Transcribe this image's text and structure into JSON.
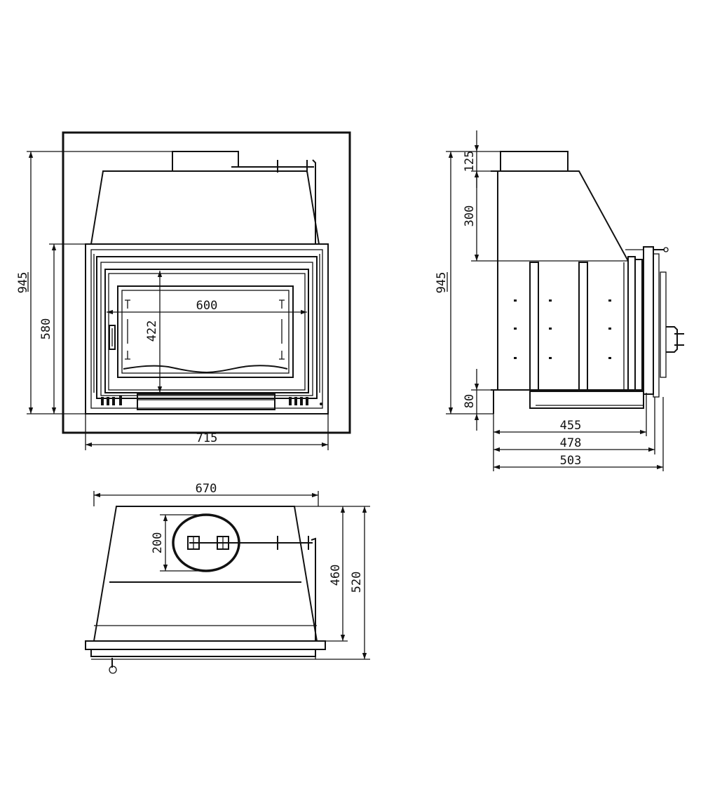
{
  "front_view": {
    "height_overall": "945",
    "height_body": "580",
    "width_overall": "715",
    "glass_width": "600",
    "glass_height": "422"
  },
  "side_view": {
    "flue_height": "125",
    "hood_height": "300",
    "height_overall": "945",
    "base_height": "80",
    "depth_body": "455",
    "depth_with_door": "478",
    "depth_overall": "503"
  },
  "top_view": {
    "width": "670",
    "flue_diameter": "200",
    "depth_body": "460",
    "depth_overall": "520"
  },
  "colors": {
    "line": "#111111",
    "background": "#ffffff"
  }
}
